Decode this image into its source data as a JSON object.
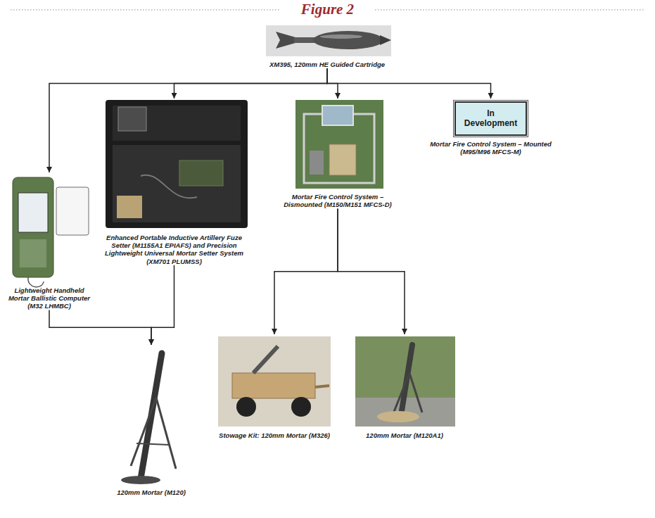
{
  "diagram": {
    "title": "Figure 2",
    "nodes": [
      {
        "text": [
          "XM395, 120mm HE Guided Cartridge"
        ]
      },
      {
        "text": [
          "Lightweight Handheld Mortar Ballistic Computer (M32 LHMBC)"
        ]
      },
      {
        "text": [
          "Enhanced Portable Inductive Artillery Fuze Setter (M1155A1 EPIAFS) and Precision Lightweight Universal Mortar Setter System (XM701 PLUMSS)"
        ]
      },
      {
        "text": [
          "Mortar Fire Control System – Dismounted (M150/M151 MFCS-D)"
        ]
      },
      {
        "text": [
          "In Development",
          "Mortar Fire Control System – Mounted (M95/M96 MFCS-M)"
        ]
      },
      {
        "text": [
          "120mm Mortar (M120)"
        ]
      },
      {
        "text": [
          "Stowage Kit: 120mm Mortar (M326)"
        ]
      },
      {
        "text": [
          "120mm Mortar (M120A1)"
        ]
      }
    ],
    "edges": [
      {
        "from": 0,
        "to": 1,
        "arrow": "to"
      },
      {
        "from": 0,
        "to": 2,
        "arrow": "to"
      },
      {
        "from": 0,
        "to": 3,
        "arrow": "to"
      },
      {
        "from": 0,
        "to": 4,
        "arrow": "to"
      },
      {
        "from": 1,
        "to": 5,
        "arrow": "to"
      },
      {
        "from": 2,
        "to": 5,
        "arrow": "to"
      },
      {
        "from": 3,
        "to": 6,
        "arrow": "to"
      },
      {
        "from": 3,
        "to": 7,
        "arrow": "to"
      }
    ]
  }
}
